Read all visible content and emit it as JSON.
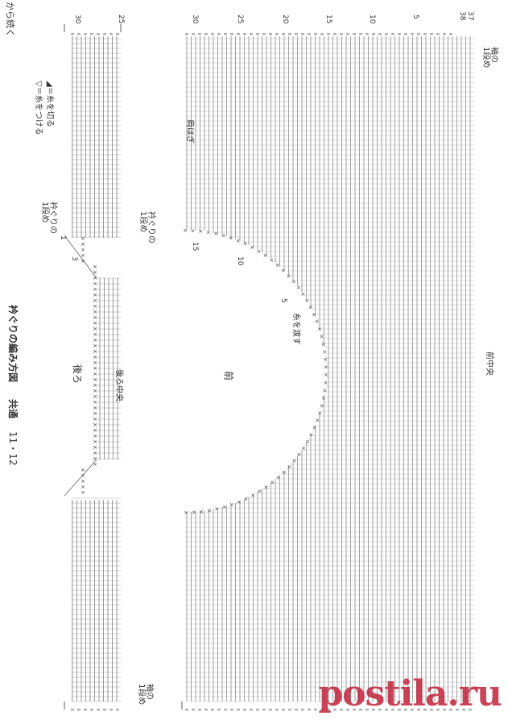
{
  "header": {
    "continue_text": "から続く",
    "title_size": "11・12",
    "title_shared": "共通",
    "title_main": "衿ぐりの編み方図"
  },
  "legend": {
    "cut_label": "◢＝糸を切る",
    "attach_label": "▽＝糸をつける"
  },
  "back": {
    "label": "後ろ",
    "center_label": "後ろ中央",
    "neck_row_label": "衿ぐりの\n1段め",
    "row_markers": [
      "30",
      "25"
    ],
    "side_markers": [
      "1",
      "3"
    ]
  },
  "front": {
    "label": "前",
    "center_label": "前中央",
    "shoulder_label": "肩はぎ",
    "neck_row_label": "衿ぐりの\n1段め",
    "join_label": "糸を渡す",
    "row_markers": [
      "30",
      "25",
      "20",
      "15",
      "10",
      "5"
    ],
    "neck_markers": [
      "15",
      "10",
      "5"
    ],
    "right_markers": [
      "38",
      "37"
    ],
    "sleeve_label": "袖の\n1段め"
  },
  "bottom": {
    "sleeve_label": "袖の\n1段め"
  },
  "watermark": {
    "text": "postila.ru"
  }
}
